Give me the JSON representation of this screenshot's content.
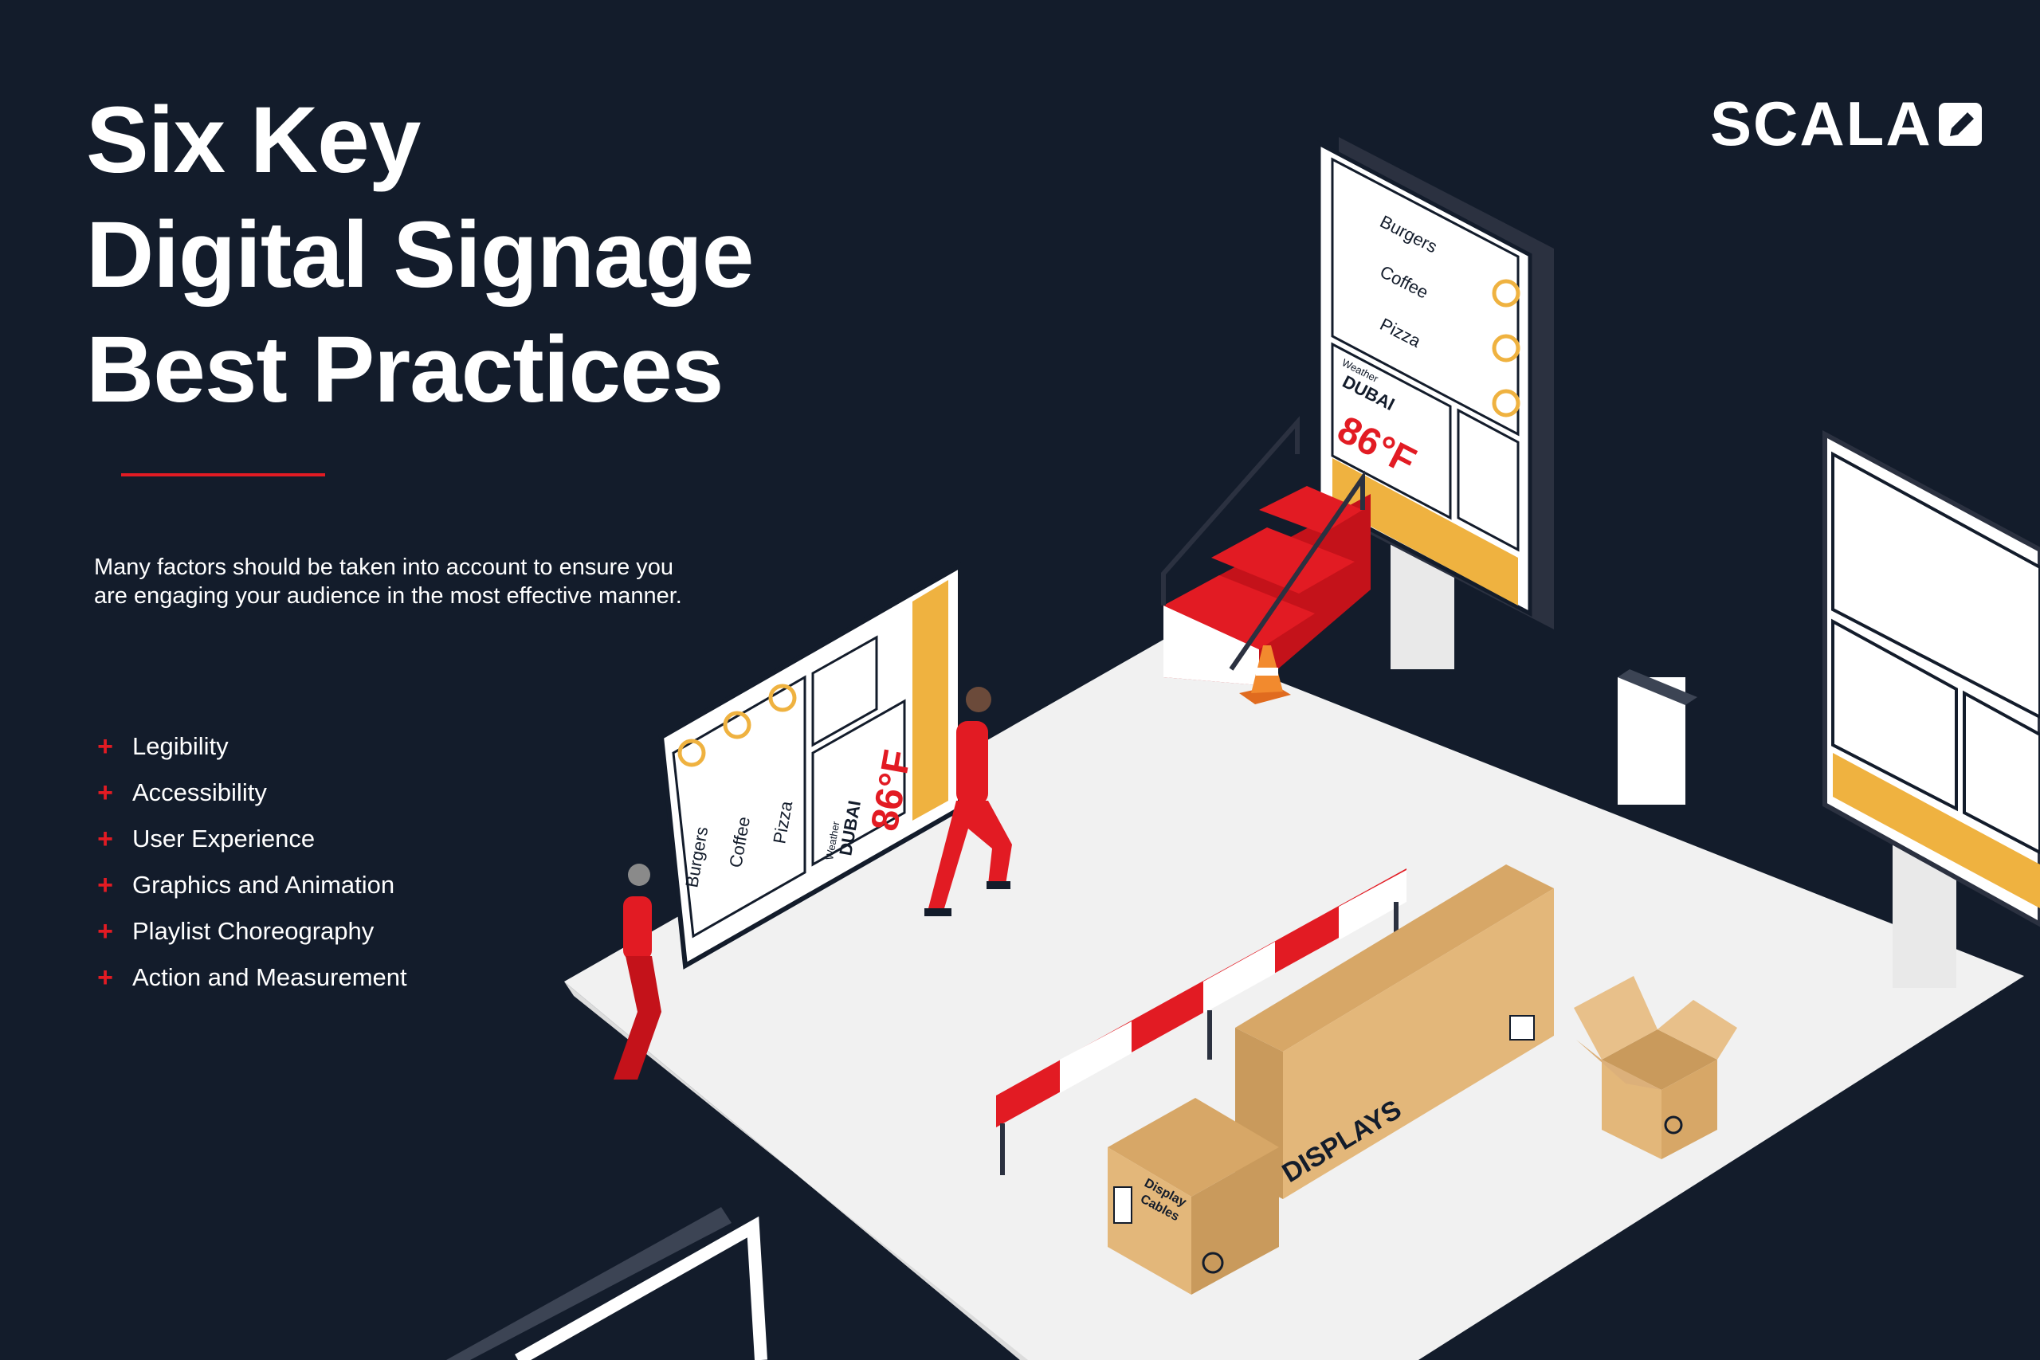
{
  "title_lines": [
    "Six Key",
    "Digital Signage",
    "Best Practices"
  ],
  "intro_text": "Many factors should be taken into account to ensure you are engaging your audience in the most effective manner.",
  "practices": [
    {
      "label": "Legibility",
      "icon": "plus-icon"
    },
    {
      "label": "Accessibility",
      "icon": "plus-icon"
    },
    {
      "label": "User Experience",
      "icon": "plus-icon"
    },
    {
      "label": "Graphics and Animation",
      "icon": "plus-icon"
    },
    {
      "label": "Playlist Choreography",
      "icon": "plus-icon"
    },
    {
      "label": "Action and Measurement",
      "icon": "plus-icon"
    }
  ],
  "bullet_glyph": "+",
  "logo": {
    "text": "SCALA",
    "icon": "edit-icon"
  },
  "signs": {
    "menu_items": [
      "Burgers",
      "Coffee",
      "Pizza"
    ],
    "weather_label": "Weather",
    "city": "DUBAI",
    "temperature": "86°F"
  },
  "boxes": {
    "big_box_label": "DISPLAYS",
    "small_box_label_line1": "Display",
    "small_box_label_line2": "Cables"
  },
  "colors": {
    "background": "#131c2b",
    "accent_red": "#e21b23",
    "accent_yellow": "#efb240",
    "floor": "#f1f1f1",
    "cardboard": "#e3b77a"
  }
}
